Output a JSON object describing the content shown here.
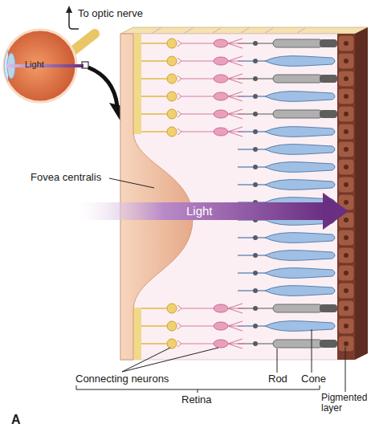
{
  "diagram": {
    "labels": [
      "To optic nerve",
      "Light",
      "Fovea centralis",
      "Light",
      "Connecting neurons",
      "Rod",
      "Cone",
      "Retina",
      "Pigmented layer",
      "A"
    ]
  }
}
